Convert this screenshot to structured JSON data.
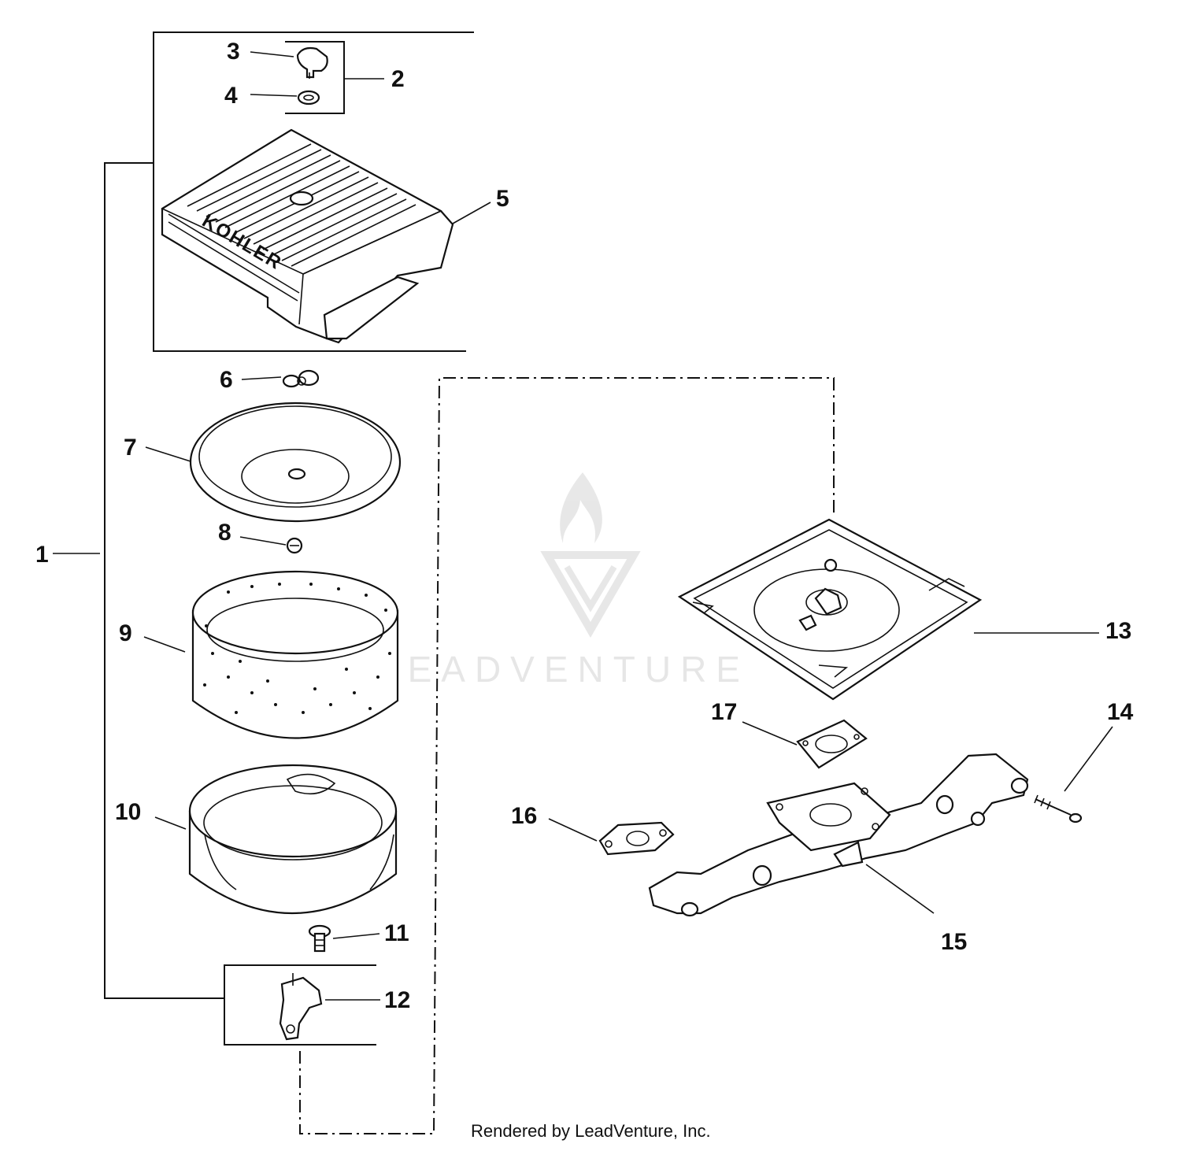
{
  "callouts": {
    "c1": "1",
    "c2": "2",
    "c3": "3",
    "c4": "4",
    "c5": "5",
    "c6": "6",
    "c7": "7",
    "c8": "8",
    "c9": "9",
    "c10": "10",
    "c11": "11",
    "c12": "12",
    "c13": "13",
    "c14": "14",
    "c15": "15",
    "c16": "16",
    "c17": "17"
  },
  "cover_logo": "KOHLER",
  "watermark": "LEADVENTURE",
  "credit": "Rendered by LeadVenture, Inc.",
  "colors": {
    "ink": "#111111",
    "paper": "#ffffff",
    "watermark": "#cfcfcf"
  }
}
